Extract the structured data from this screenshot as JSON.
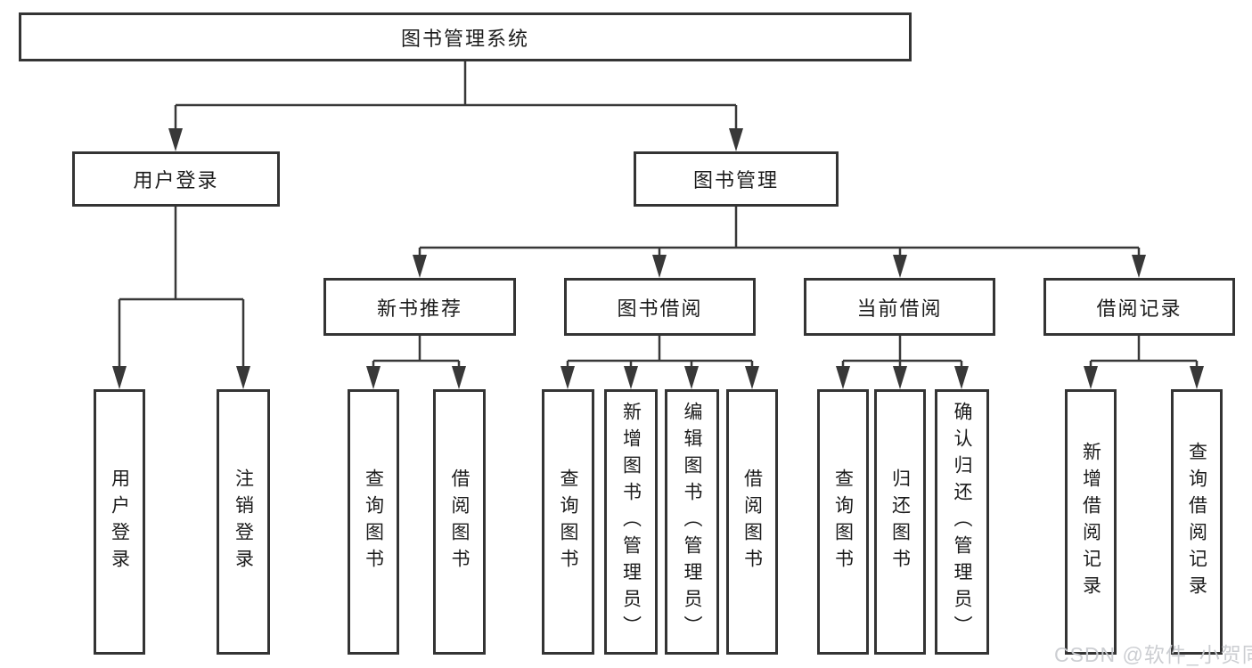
{
  "diagram": {
    "title": "图书管理系统",
    "login": {
      "label": "用户登录",
      "children": [
        {
          "label": "用户登录"
        },
        {
          "label": "注销登录"
        }
      ]
    },
    "management": {
      "label": "图书管理",
      "modules": [
        {
          "label": "新书推荐",
          "children": [
            {
              "label": "查询图书"
            },
            {
              "label": "借阅图书"
            }
          ]
        },
        {
          "label": "图书借阅",
          "children": [
            {
              "label": "查询图书"
            },
            {
              "label": "新增图书（管理员）"
            },
            {
              "label": "编辑图书（管理员）"
            },
            {
              "label": "借阅图书"
            }
          ]
        },
        {
          "label": "当前借阅",
          "children": [
            {
              "label": "查询图书"
            },
            {
              "label": "归还图书"
            },
            {
              "label": "确认归还（管理员）"
            }
          ]
        },
        {
          "label": "借阅记录",
          "children": [
            {
              "label": "新增借阅记录"
            },
            {
              "label": "查询借阅记录"
            }
          ]
        }
      ]
    }
  },
  "watermark": "CSDN @软件_小贺同学",
  "colors": {
    "line": "#383838",
    "box_border": "#343434",
    "text": "#1c1c1c",
    "watermark": "#c9cbd0",
    "background": "#ffffff"
  }
}
